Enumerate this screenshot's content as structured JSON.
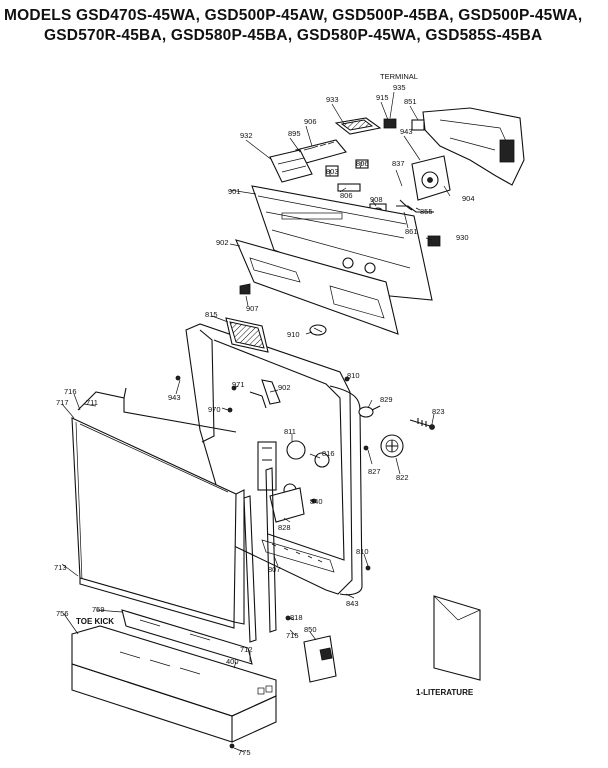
{
  "header": {
    "line1": "MODELS GSD470S-45WA, GSD500P-45AW, GSD500P-45BA, GSD500P-45WA,",
    "line2": "GSD570R-45BA, GSD580P-45BA, GSD580P-45WA, GSD585S-45BA"
  },
  "labels": {
    "terminal": "TERMINAL",
    "toe_kick": "TOE KICK",
    "literature": "1-LITERATURE"
  },
  "part_numbers": [
    "935",
    "933",
    "915",
    "851",
    "906",
    "895",
    "932",
    "943",
    "837",
    "806",
    "803",
    "806",
    "904",
    "901",
    "908",
    "855",
    "861",
    "902",
    "930",
    "907",
    "815",
    "910",
    "810",
    "943",
    "971",
    "902",
    "716",
    "717",
    "711",
    "970",
    "829",
    "823",
    "811",
    "816",
    "827",
    "822",
    "840",
    "828",
    "807",
    "713",
    "810",
    "843",
    "756",
    "759",
    "818",
    "715",
    "850",
    "712",
    "400",
    "775"
  ]
}
